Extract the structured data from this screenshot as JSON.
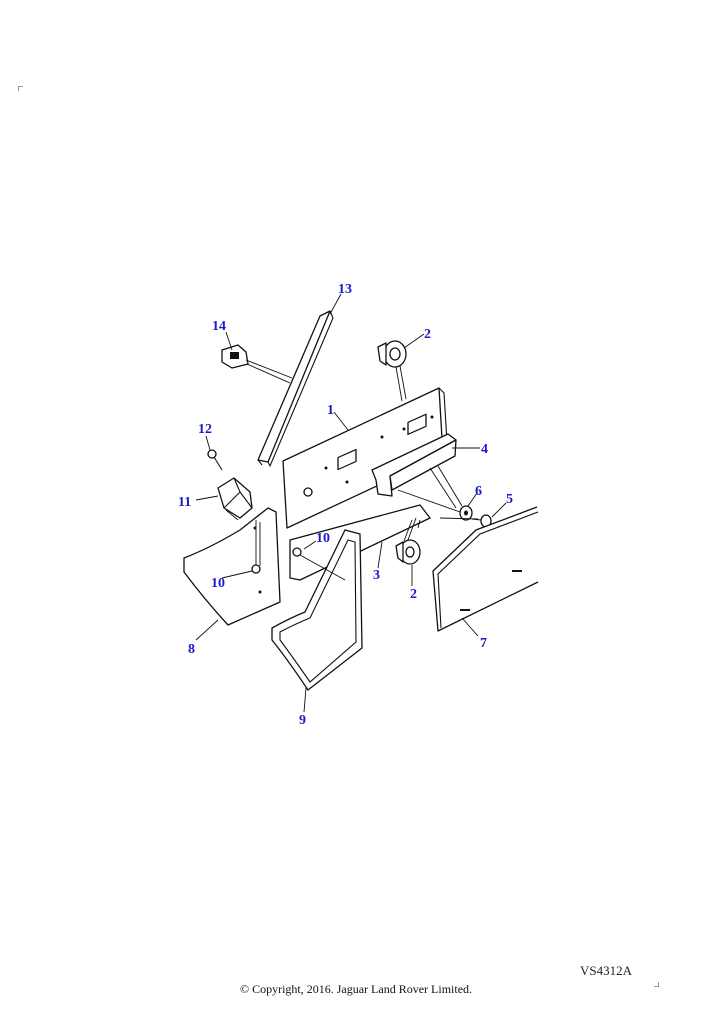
{
  "diagram": {
    "callouts": [
      "13",
      "14",
      "2",
      "1",
      "12",
      "4",
      "6",
      "5",
      "11",
      "10",
      "10",
      "3",
      "2",
      "8",
      "7",
      "9"
    ]
  },
  "footer": {
    "reference": "VS4312A",
    "copyright": "© Copyright, 2016. Jaguar Land Rover Limited."
  }
}
